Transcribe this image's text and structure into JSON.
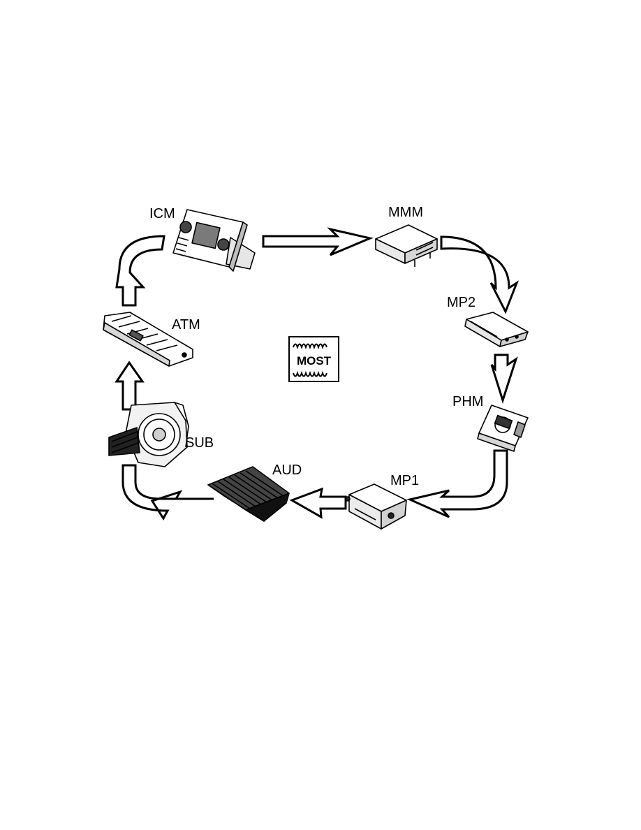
{
  "diagram": {
    "logo_text": "MOST",
    "modules": {
      "icm": "ICM",
      "mmm": "MMM",
      "mp2": "MP2",
      "phm": "PHM",
      "mp1": "MP1",
      "aud": "AUD",
      "sub": "SUB",
      "atm": "ATM"
    },
    "icons": {
      "icm": "integrated-control-module-icon",
      "mmm": "media-module-icon",
      "mp2": "media-player-2-icon",
      "phm": "phone-module-icon",
      "mp1": "media-player-1-icon",
      "aud": "audio-amplifier-icon",
      "sub": "subwoofer-icon",
      "atm": "antenna-tuner-module-icon"
    },
    "colors": {
      "ink": "#000000",
      "paper": "#ffffff",
      "shade": "#cfcfcf"
    }
  }
}
